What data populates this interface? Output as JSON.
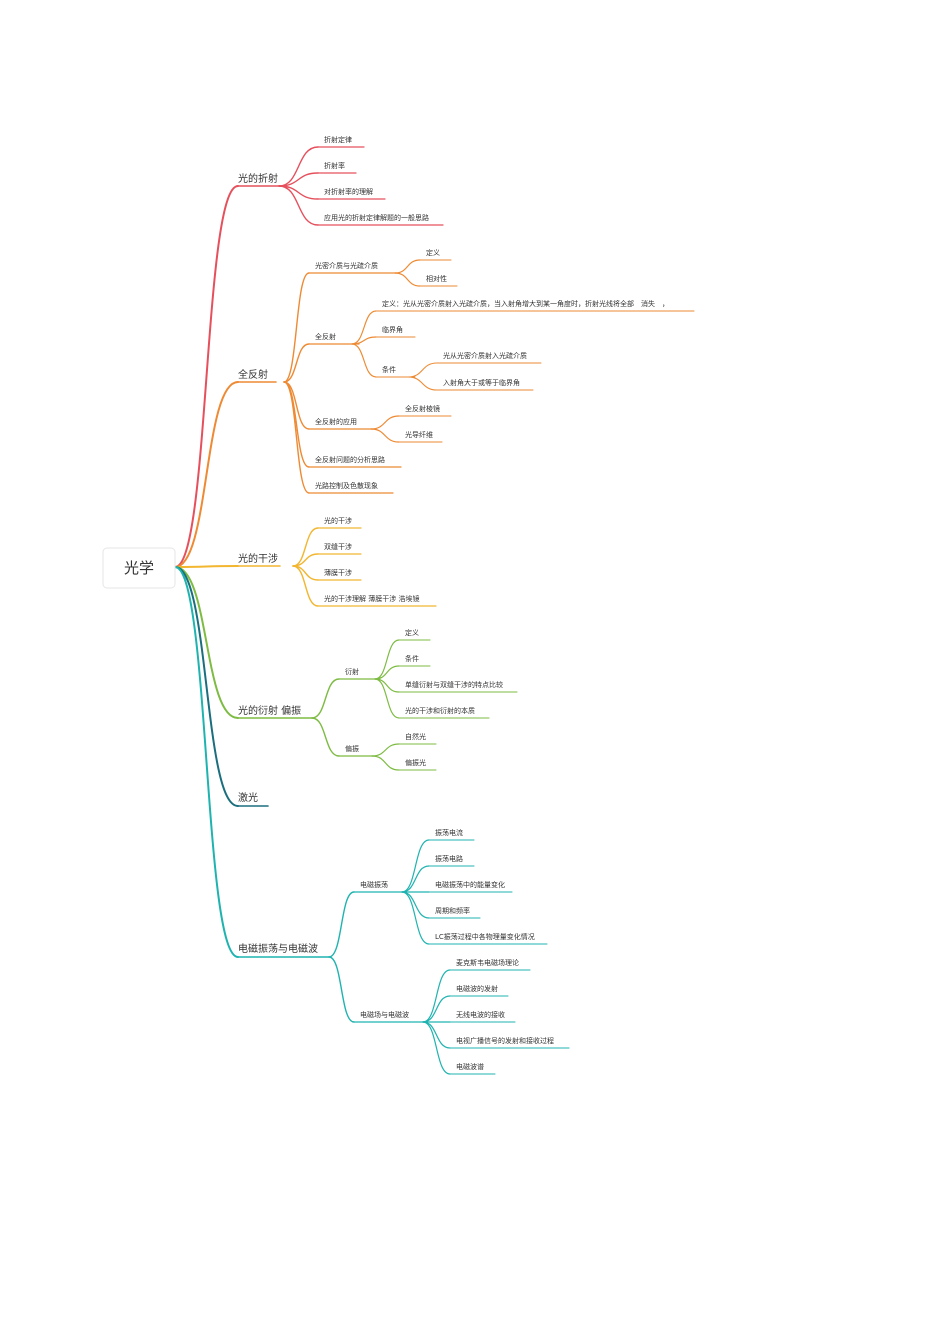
{
  "root": "光学",
  "colors": {
    "red": "#e5505c",
    "orange": "#ee8a33",
    "yellow": "#f2b630",
    "green": "#7dbb42",
    "darkteal": "#1a6e7e",
    "teal": "#1fb3b0"
  },
  "branches": [
    {
      "label": "光的折射",
      "color": "red",
      "children": [
        {
          "label": "折射定律"
        },
        {
          "label": "折射率"
        },
        {
          "label": "对折射率的理解"
        },
        {
          "label": "应用光的折射定律解题的一般思路"
        }
      ]
    },
    {
      "label": "全反射",
      "color": "orange",
      "children": [
        {
          "label": "光密介质与光疏介质",
          "children": [
            {
              "label": "定义"
            },
            {
              "label": "相对性"
            }
          ]
        },
        {
          "label": "全反射",
          "children": [
            {
              "label": "定义：光从光密介质射入光疏介质，当入射角增大到某一角度时，折射光线将全部　消失　，"
            },
            {
              "label": "临界角"
            },
            {
              "label": "条件",
              "children": [
                {
                  "label": "光从光密介质射入光疏介质"
                },
                {
                  "label": "入射角大于或等于临界角"
                }
              ]
            }
          ]
        },
        {
          "label": "全反射的应用",
          "children": [
            {
              "label": "全反射棱镜"
            },
            {
              "label": "光导纤维"
            }
          ]
        },
        {
          "label": "全反射问题的分析思路"
        },
        {
          "label": "光路控制及色散现象"
        }
      ]
    },
    {
      "label": "光的干涉",
      "color": "yellow",
      "children": [
        {
          "label": "光的干涉"
        },
        {
          "label": "双缝干涉"
        },
        {
          "label": "薄膜干涉"
        },
        {
          "label": "光的干涉理解 薄膜干涉 浩埃镜"
        }
      ]
    },
    {
      "label": "光的衍射 偏振",
      "color": "green",
      "children": [
        {
          "label": "衍射",
          "children": [
            {
              "label": "定义"
            },
            {
              "label": "条件"
            },
            {
              "label": "单缝衍射与双缝干涉的特点比较"
            },
            {
              "label": "光的干涉和衍射的本质"
            }
          ]
        },
        {
          "label": "偏振",
          "children": [
            {
              "label": "自然光"
            },
            {
              "label": "偏振光"
            }
          ]
        }
      ]
    },
    {
      "label": "激光",
      "color": "darkteal",
      "children": []
    },
    {
      "label": "电磁振荡与电磁波",
      "color": "teal",
      "children": [
        {
          "label": "电磁振荡",
          "children": [
            {
              "label": "振荡电流"
            },
            {
              "label": "振荡电路"
            },
            {
              "label": "电磁振荡中的能量变化"
            },
            {
              "label": "周期和频率"
            },
            {
              "label": "LC振荡过程中各物理量变化情况"
            }
          ]
        },
        {
          "label": "电磁场与电磁波",
          "children": [
            {
              "label": "麦克斯韦电磁场理论"
            },
            {
              "label": "电磁波的发射"
            },
            {
              "label": "无线电波的接收"
            },
            {
              "label": "电视广播信号的发射和接收过程"
            },
            {
              "label": "电磁波谱"
            }
          ]
        }
      ]
    }
  ]
}
